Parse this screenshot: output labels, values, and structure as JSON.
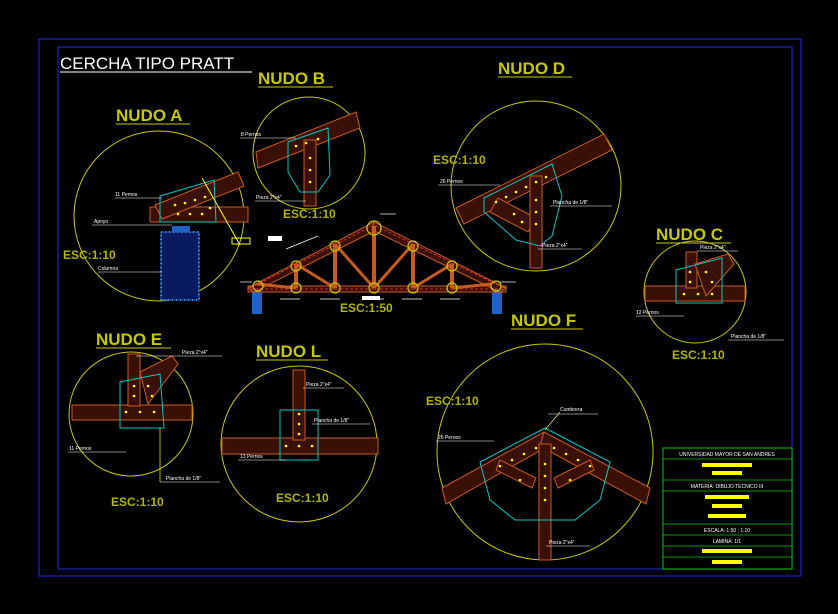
{
  "title": "CERCHA TIPO PRATT",
  "details": {
    "a": {
      "name": "NUDO A",
      "scale": "ESC:1:10",
      "notes": [
        "11 Pernos",
        "Apoyo",
        "Columna"
      ]
    },
    "b": {
      "name": "NUDO B",
      "scale": "ESC:1:10",
      "notes": [
        "8 Pernos",
        "Pieza 2\"x4\""
      ]
    },
    "c": {
      "name": "NUDO C",
      "scale": "ESC:1:10",
      "notes": [
        "Pieza 2\"x4\"",
        "12 Pernos",
        "Plancha de 1/8\""
      ]
    },
    "d": {
      "name": "NUDO D",
      "scale": "ESC:1:10",
      "notes": [
        "26 Pernos",
        "Plancha de 1/8\"",
        "Pieza 2\"x4\""
      ]
    },
    "e": {
      "name": "NUDO E",
      "scale": "ESC:1:10",
      "notes": [
        "Pieza 2\"x4\"",
        "11 Pernos",
        "Plancha de 1/8\""
      ]
    },
    "l": {
      "name": "NUDO L",
      "scale": "ESC:1:10",
      "notes": [
        "Pieza 2\"x4\"",
        "Plancha de 1/8\"",
        "13 Pernos"
      ]
    },
    "f": {
      "name": "NUDO F",
      "scale": "ESC:1:10",
      "notes": [
        "Cumbrera",
        "26 Pernos",
        "Pieza 2\"x4\""
      ]
    }
  },
  "truss": {
    "scale": "ESC:1:50"
  },
  "title_block": {
    "line1": "UNIVERSIDAD MAYOR DE SAN ANDRES",
    "line2": "MATERIA: DIBUJO TECNICO III",
    "line3": "ESCALA: 1:50 ; 1:10",
    "line4": "LAMINA: 1/1"
  },
  "colors": {
    "frame": "#2020d0",
    "label": "#c8c800",
    "timber": "#c85a1e",
    "plate": "#00c8c8",
    "bolt": "#ffff00",
    "column": "#1e64c8"
  }
}
